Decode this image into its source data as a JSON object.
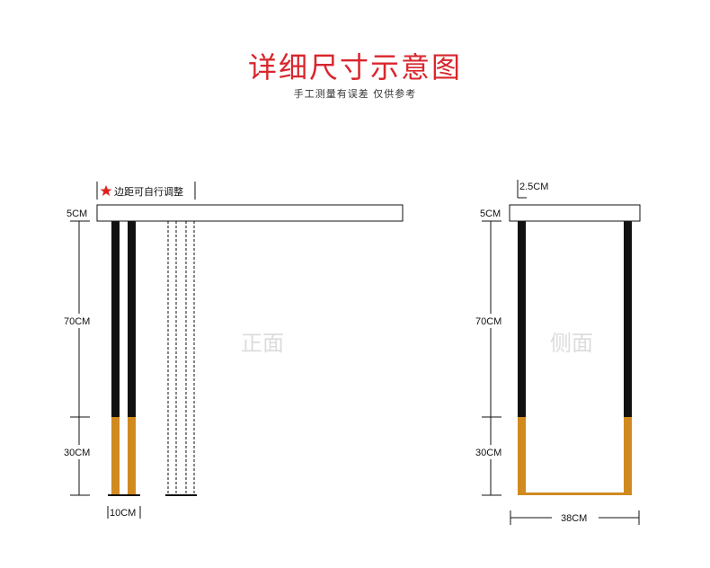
{
  "header": {
    "title": "详细尺寸示意图",
    "subtitle": "手工测量有误差 仅供参考"
  },
  "front": {
    "view_label": "正面",
    "adjust_note": "边距可自行调整",
    "dim_top": "5CM",
    "dim_mid": "70CM",
    "dim_bottom": "30CM",
    "dim_leg_width": "10CM"
  },
  "side": {
    "view_label": "侧面",
    "dim_thickness": "2.5CM",
    "dim_top": "5CM",
    "dim_mid": "70CM",
    "dim_bottom": "30CM",
    "dim_width": "38CM"
  },
  "colors": {
    "title": "#d9262d",
    "leg_black": "#111111",
    "leg_gold": "#d08a1f",
    "view_label": "#dcdcdc",
    "star": "#e02020"
  }
}
